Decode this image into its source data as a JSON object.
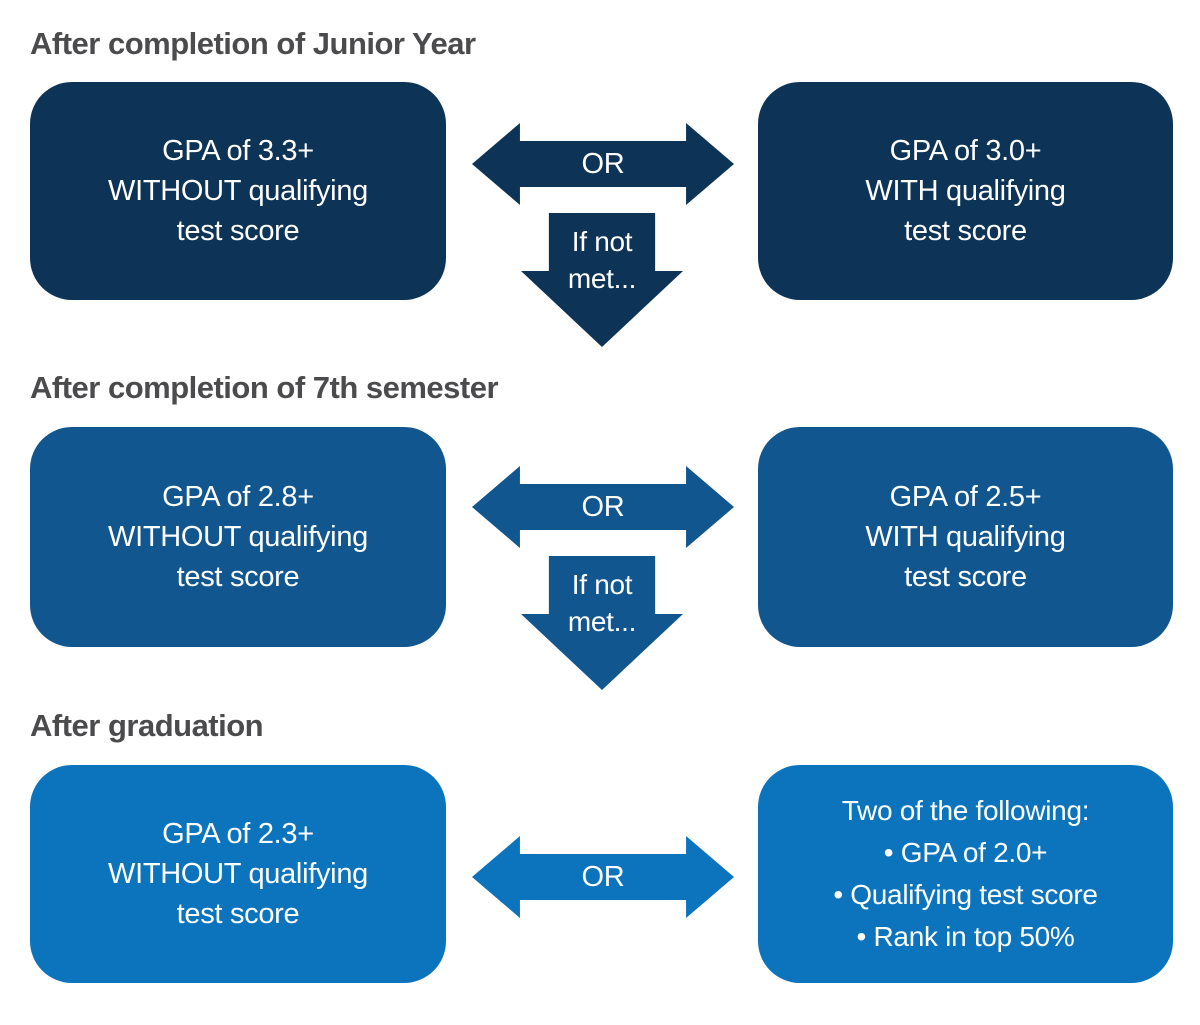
{
  "palette": {
    "stage1_color": "#0D3456",
    "stage2_color": "#125690",
    "stage3_color": "#0C73BD",
    "heading_color": "#4B4B4D",
    "box_text_color": "#FFFFFF",
    "background": "#FFFFFF"
  },
  "stages": [
    {
      "heading": "After completion of Junior Year",
      "left_box": {
        "line1": "GPA of 3.3+",
        "line2": "WITHOUT qualifying",
        "line3": "test score"
      },
      "or_label": "OR",
      "down_arrow": {
        "line1": "If not",
        "line2": "met..."
      },
      "right_box": {
        "line1": "GPA of 3.0+",
        "line2": "WITH qualifying",
        "line3": "test score"
      }
    },
    {
      "heading": "After completion of 7th semester",
      "left_box": {
        "line1": "GPA of 2.8+",
        "line2": "WITHOUT qualifying",
        "line3": "test score"
      },
      "or_label": "OR",
      "down_arrow": {
        "line1": "If not",
        "line2": "met..."
      },
      "right_box": {
        "line1": "GPA of 2.5+",
        "line2": "WITH qualifying",
        "line3": "test score"
      }
    },
    {
      "heading": "After graduation",
      "left_box": {
        "line1": "GPA of 2.3+",
        "line2": "WITHOUT qualifying",
        "line3": "test score"
      },
      "or_label": "OR",
      "right_box": {
        "line1": "Two of the following:",
        "line2": "• GPA of 2.0+",
        "line3": "• Qualifying test score",
        "line4": "• Rank in top 50%"
      }
    }
  ]
}
